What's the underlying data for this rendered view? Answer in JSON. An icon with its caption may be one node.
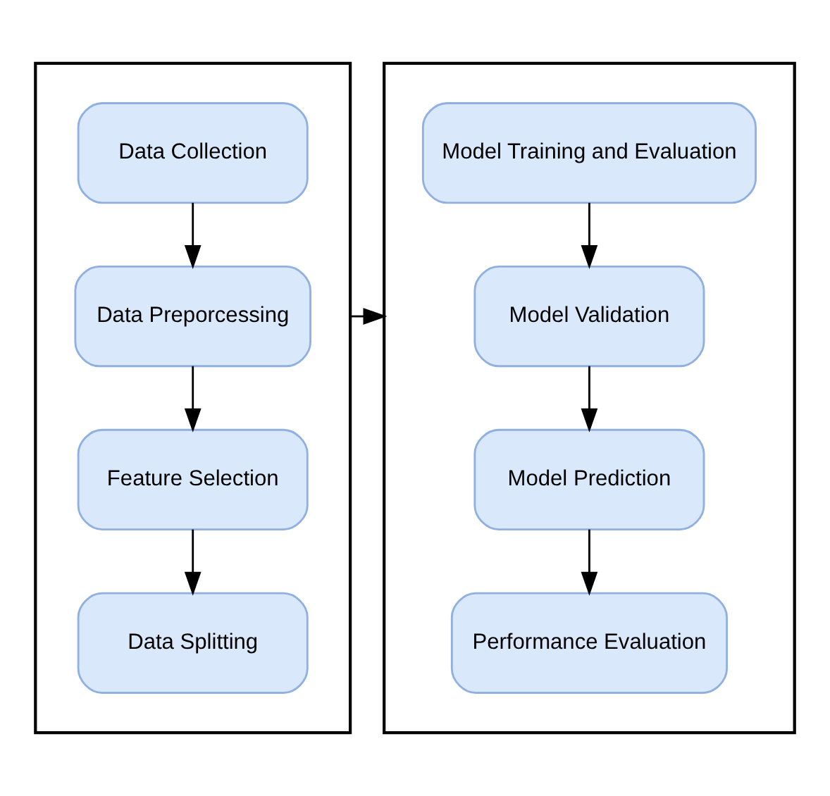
{
  "diagram": {
    "nodes": [
      {
        "text": [],
        "shape": "box"
      },
      {
        "text": [
          "Data Collection"
        ],
        "in": 0
      },
      {
        "text": [
          "Data Preporcessing"
        ],
        "in": 0
      },
      {
        "text": [
          "Feature Selection"
        ],
        "in": 0
      },
      {
        "text": [
          "Data Splitting"
        ],
        "in": 0
      },
      {
        "text": [],
        "shape": "box"
      },
      {
        "text": [
          "Model Training and Evaluation"
        ],
        "in": 5
      },
      {
        "text": [
          "Model Validation"
        ],
        "in": 5
      },
      {
        "text": [
          "Model Prediction"
        ],
        "in": 5
      },
      {
        "text": [
          "Performance Evaluation"
        ],
        "in": 5
      }
    ],
    "edges": [
      {
        "from": 1,
        "to": 2,
        "arrow": "to"
      },
      {
        "from": 2,
        "to": 3,
        "arrow": "to"
      },
      {
        "from": 3,
        "to": 4,
        "arrow": "to"
      },
      {
        "from": 0,
        "to": 5,
        "arrow": "to"
      },
      {
        "from": 6,
        "to": 7,
        "arrow": "to"
      },
      {
        "from": 7,
        "to": 8,
        "arrow": "to"
      },
      {
        "from": 8,
        "to": 9,
        "arrow": "to"
      }
    ]
  }
}
